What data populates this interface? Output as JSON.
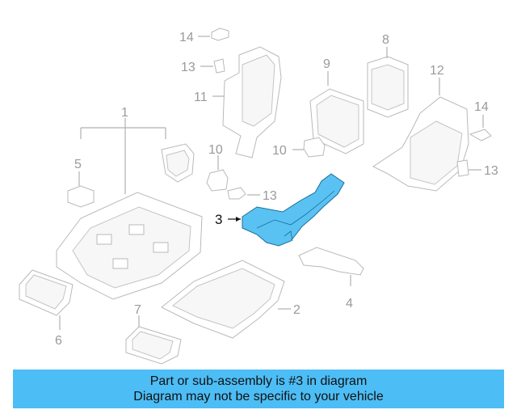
{
  "callouts": {
    "c1": "1",
    "c2": "2",
    "c3": "3",
    "c4": "4",
    "c5": "5",
    "c6": "6",
    "c7": "7",
    "c8": "8",
    "c9": "9",
    "c10a": "10",
    "c10b": "10",
    "c11": "11",
    "c12": "12",
    "c13a": "13",
    "c13b": "13",
    "c13c": "13",
    "c14a": "14",
    "c14b": "14"
  },
  "caption": {
    "line1": "Part or sub-assembly is #3 in diagram",
    "line2": "Diagram may not be specific to your vehicle"
  },
  "colors": {
    "highlight": "#59c2f2",
    "caption_bg": "#4dbdf5",
    "line": "#b0b0b0"
  }
}
